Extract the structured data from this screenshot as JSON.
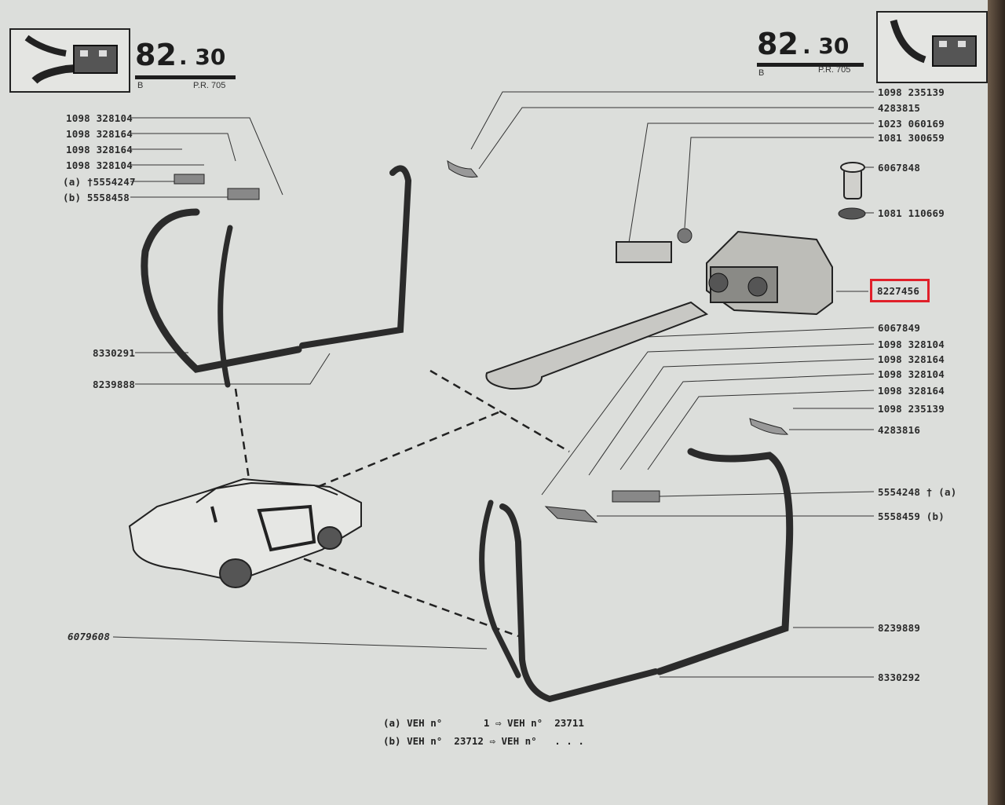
{
  "header_left": {
    "page_major": "82",
    "page_minor": ". 30",
    "variant": "B",
    "ref": "P.R. 705"
  },
  "header_right": {
    "page_major": "82",
    "page_minor": ". 30",
    "variant": "B",
    "ref": "P.R. 705"
  },
  "left_labels": [
    "1098  328104",
    "1098  328164",
    "1098  328164",
    "1098  328104",
    "(a) †5554247",
    "(b)   5558458",
    "8330291",
    "8239888",
    "6079608"
  ],
  "right_labels": [
    "1098  235139",
    "4283815",
    "1023  060169",
    "1081  300659",
    "6067848",
    "1081  110669",
    "8227456",
    "6067849",
    "1098  328104",
    "1098  328164",
    "1098  328104",
    "1098  328164",
    "1098  235139",
    "4283816",
    "5554248 † (a)",
    "5558459 (b)",
    "8239889",
    "8330292"
  ],
  "highlighted_part": "8227456",
  "highlight_color": "#e0202a",
  "notes": [
    "(a) VEH n°       1 ⇨ VEH n°  23711",
    "(b) VEH n°  23712 ⇨ VEH n°   . . ."
  ]
}
